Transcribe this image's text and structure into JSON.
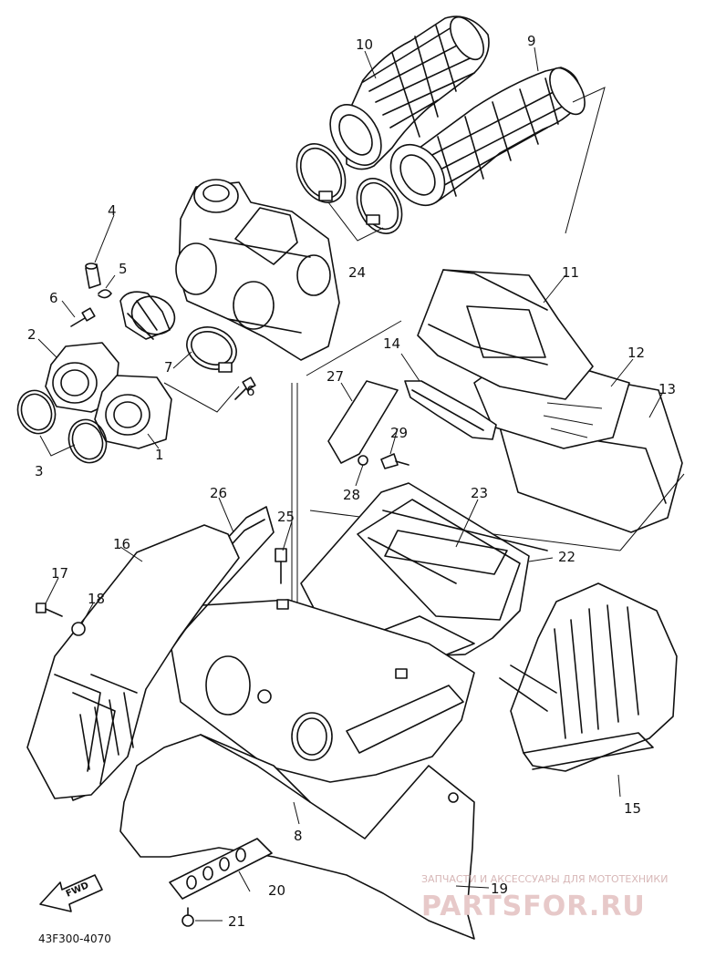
{
  "diagram": {
    "code": "43F300-4070",
    "fwd_label": "FWD",
    "callouts": [
      "1",
      "2",
      "3",
      "4",
      "5",
      "6",
      "6",
      "7",
      "8",
      "9",
      "10",
      "11",
      "12",
      "13",
      "14",
      "15",
      "16",
      "17",
      "18",
      "19",
      "20",
      "21",
      "22",
      "23",
      "24",
      "25",
      "26",
      "27",
      "28",
      "29"
    ]
  },
  "watermark": {
    "top": "ЗАПЧАСТИ И АКСЕССУАРЫ ДЛЯ МОТОТЕХНИКИ",
    "site": "PARTSFOR.RU"
  }
}
